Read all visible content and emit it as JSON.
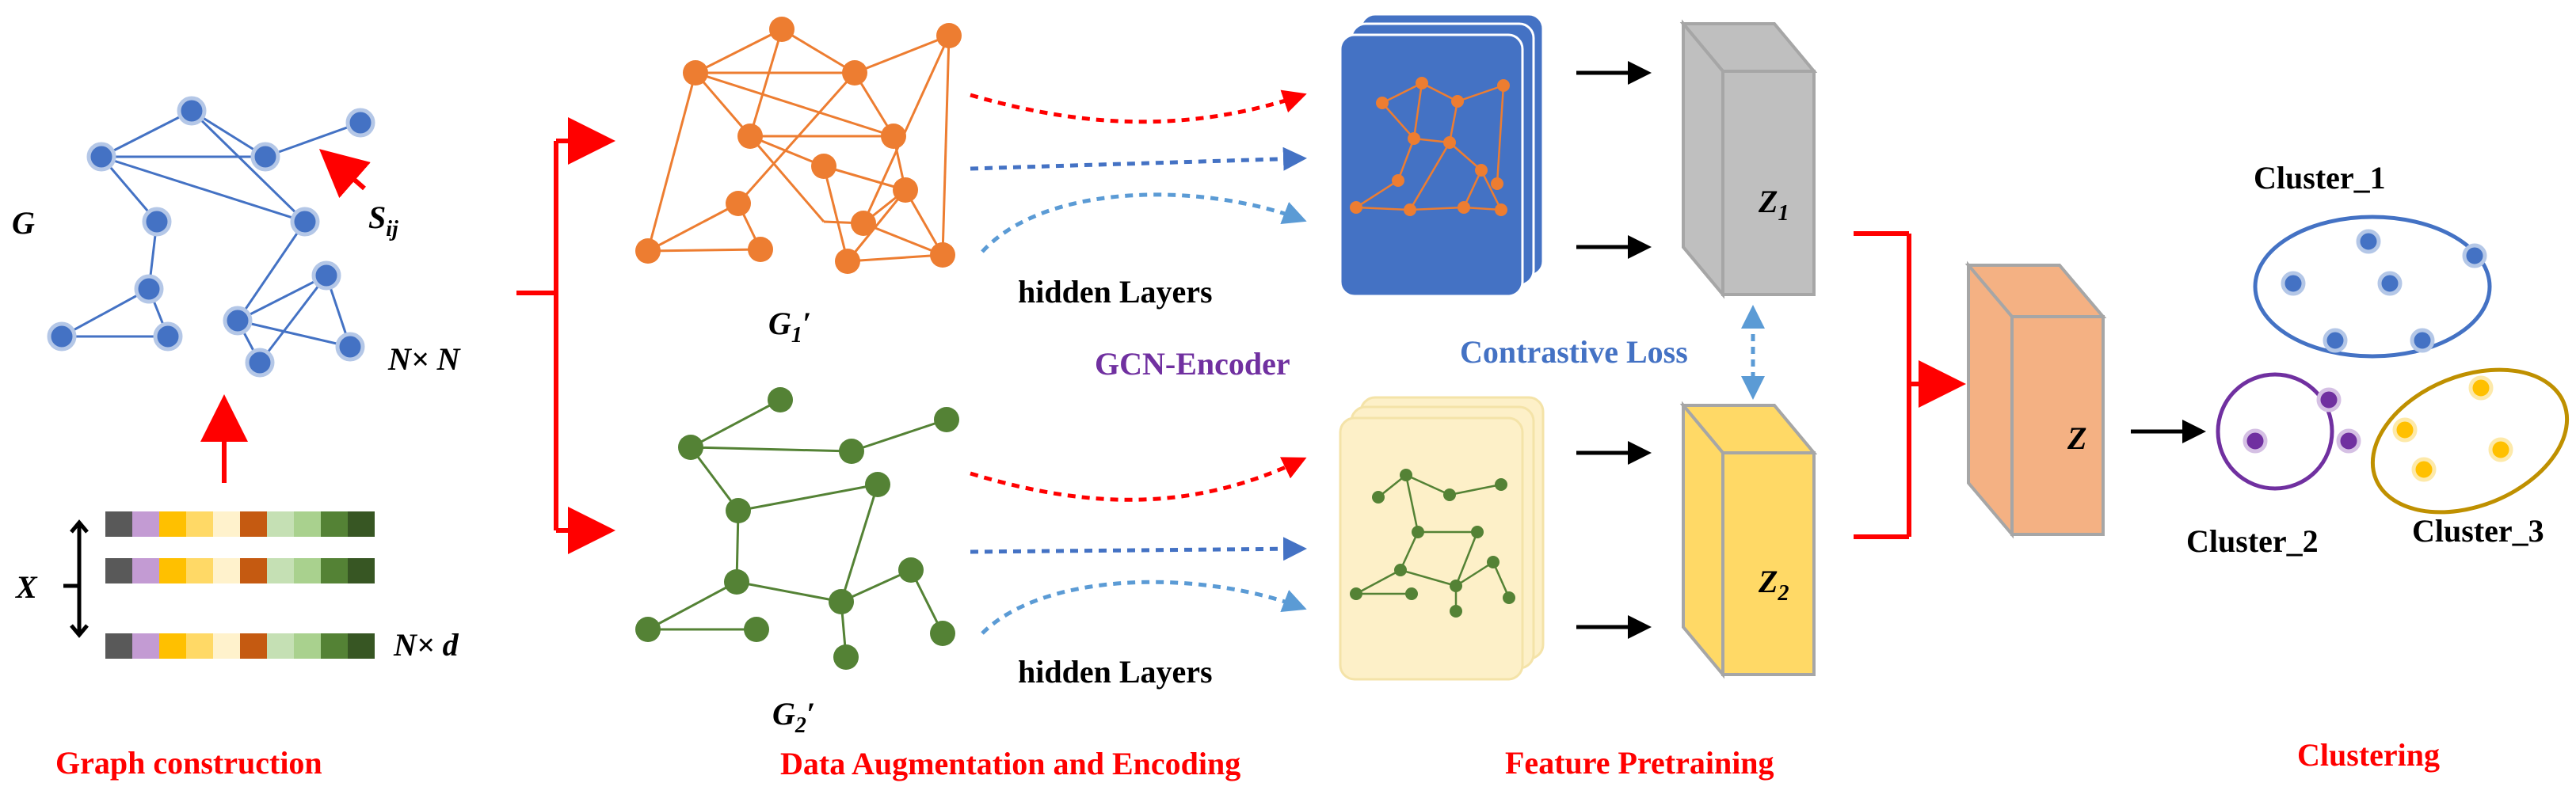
{
  "labels": {
    "g": "G",
    "s_ij": "S",
    "s_ij_sub": "ij",
    "n_by_n": "N× N",
    "x": "X",
    "n_by_d": "N× d",
    "g1_prime": "G",
    "g1_sub": "1",
    "g1_prime_mark": "′",
    "g2_prime": "G",
    "g2_sub": "2",
    "g2_prime_mark": "′",
    "hidden_layers_top": "hidden Layers",
    "hidden_layers_bottom": "hidden Layers",
    "gcn_encoder": "GCN-Encoder",
    "contrastive_loss": "Contrastive Loss",
    "z1": "Z",
    "z1_sub": "1",
    "z2": "Z",
    "z2_sub": "2",
    "z": "Z",
    "cluster_1": "Cluster_1",
    "cluster_2": "Cluster_2",
    "cluster_3": "Cluster_3"
  },
  "stages": {
    "graph_construction": "Graph construction",
    "data_augmentation": "Data Augmentation and Encoding",
    "feature_pretraining": "Feature Pretraining",
    "clustering": "Clustering"
  },
  "colors": {
    "node_blue": "#4472c4",
    "node_orange": "#ed7d31",
    "node_green": "#548235",
    "card_blue": "#4472c4",
    "card_cream": "#fdf0c8",
    "block_gray": "#bfbfbf",
    "block_yellow": "#ffd966",
    "block_orange": "#f4b183",
    "cluster_blue": "#4472c4",
    "cluster_purple": "#7030a0",
    "cluster_gold": "#bf9000",
    "arrow_red": "#ff0000",
    "feature_bar": [
      "#595959",
      "#c39bd3",
      "#ffc000",
      "#ffd966",
      "#fff2cc",
      "#c55a11",
      "#c5e0b4",
      "#a9d18e",
      "#548235",
      "#375623"
    ]
  }
}
